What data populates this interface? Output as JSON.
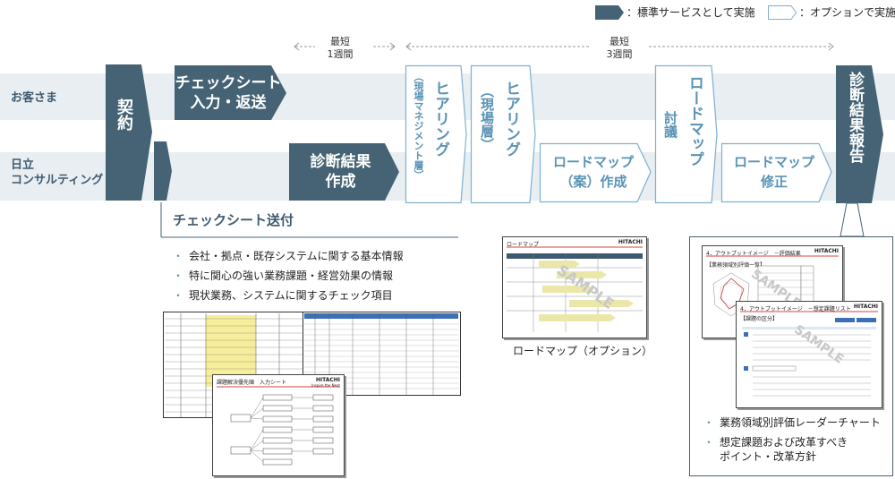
{
  "legend": {
    "standard": "：標準サービスとして実施",
    "option": "：オプションで実施"
  },
  "lanes": {
    "customer": "お客さま",
    "consulting": "日立\nコンサルティング"
  },
  "durations": {
    "short": {
      "top": "最短",
      "bottom": "1週間"
    },
    "long": {
      "top": "最短",
      "bottom": "3週間"
    }
  },
  "steps": {
    "contract": "契約",
    "checksheet_input": "チェックシート\n入力・返送",
    "diagnosis_create": "診断結果\n作成",
    "hearing_mgmt": "ヒアリング",
    "hearing_mgmt_sub": "（現場マネジメント層）",
    "hearing_field": "ヒアリング",
    "hearing_field_sub": "（現場層）",
    "roadmap_draft": "ロードマップ\n（案）作成",
    "roadmap_discuss": "ロードマップ",
    "roadmap_discuss_sub": "討議",
    "roadmap_revise": "ロードマップ\n修正",
    "report": "診断結果報告"
  },
  "checksheet": {
    "title": "チェックシート送付",
    "bullets": [
      "会社・拠点・既存システムに関する基本情報",
      "特に関心の強い業務課題・経営効果の情報",
      "現状業務、システムに関するチェック項目"
    ],
    "doc_title": "課題解決優先順　入力シート",
    "doc_logo": "HITACHI",
    "doc_logo_sub": "Inspire the Next"
  },
  "roadmap": {
    "caption": "ロードマップ（オプション）",
    "doc_title": "ロードマップ",
    "watermark": "SAMPLE"
  },
  "report": {
    "doc1_title": "4．アウトプットイメージ　－評価結果",
    "doc1_sub": "【業務領域別評価一覧】",
    "doc2_title": "4．アウトプットイメージ　－想定課題リスト",
    "doc2_sub": "【課題の区分】",
    "watermark": "SAMPLE",
    "bullets": [
      "業務領域別評価レーダーチャート",
      "想定課題および改革すべき\nポイント・改革方針"
    ]
  },
  "colors": {
    "standard": "#456374",
    "option_border": "#7fb0cf",
    "option_text": "#5a93b6",
    "lane": "#e8eef2"
  }
}
